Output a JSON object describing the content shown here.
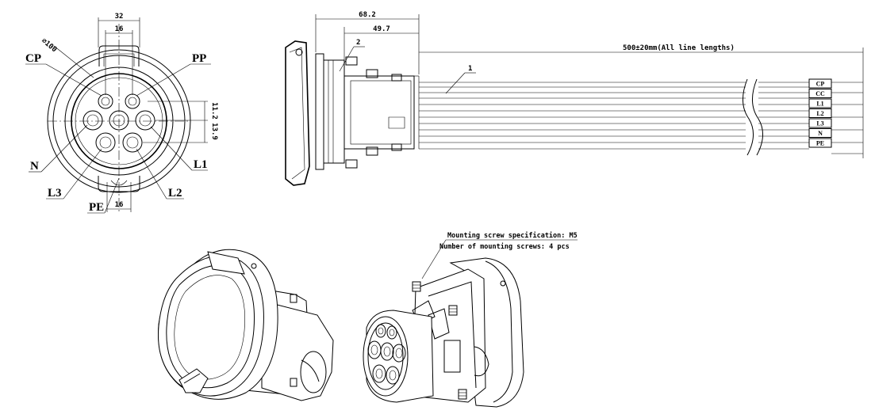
{
  "front_view": {
    "diameter_label": "⌀100",
    "dim_top_outer": "32",
    "dim_top_inner": "16",
    "dim_bottom": "16",
    "dim_right_a": "13.9",
    "dim_right_b": "11.2",
    "pin_labels": {
      "cp": "CP",
      "pp": "PP",
      "n": "N",
      "l1": "L1",
      "l2": "L2",
      "l3": "L3",
      "pe": "PE"
    }
  },
  "side_view": {
    "dim_total": "68.2",
    "dim_body": "49.7",
    "line_length": "500±20mm(All line lengths)",
    "callout_1": "1",
    "callout_2": "2",
    "wire_tags": [
      "CP",
      "CC",
      "L1",
      "L2",
      "L3",
      "N",
      "PE"
    ]
  },
  "notes": {
    "screw_spec": "Mounting screw specification: M5",
    "screw_count": "Number  of  mounting screws: 4 pcs"
  }
}
